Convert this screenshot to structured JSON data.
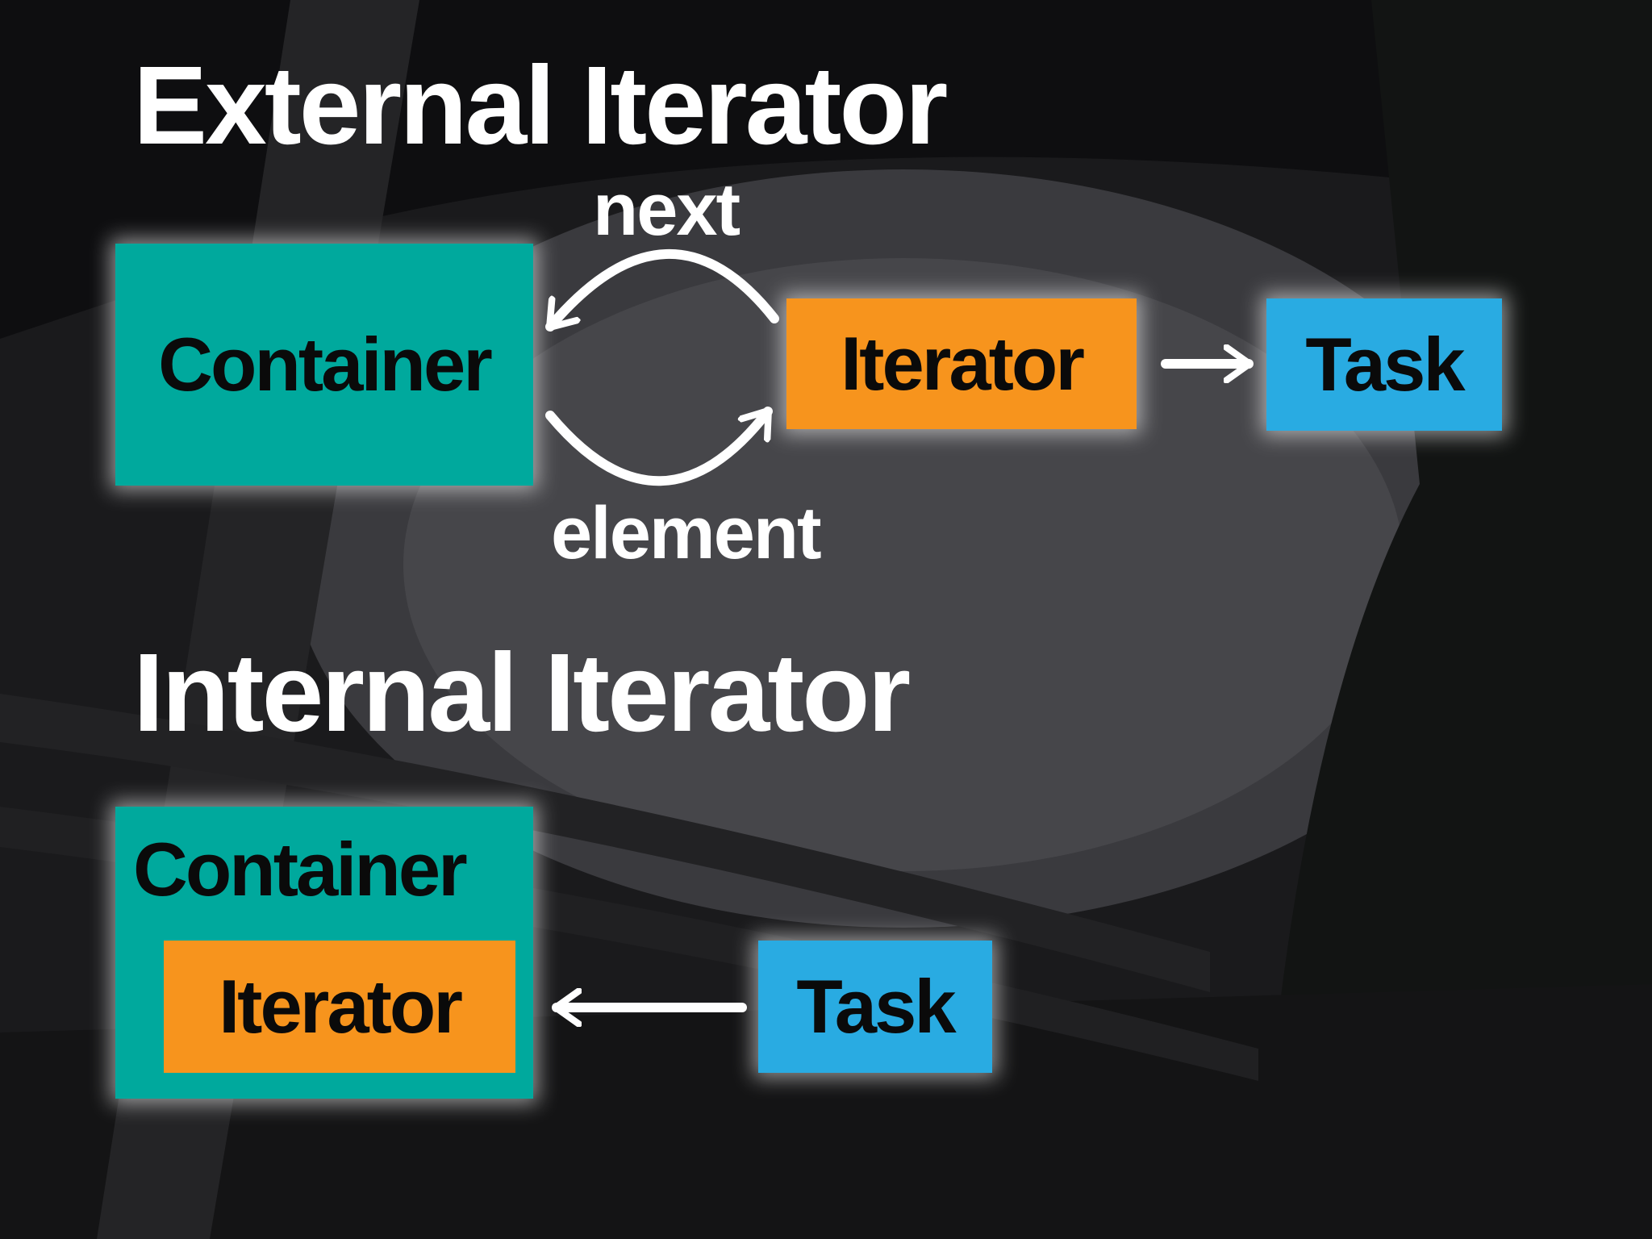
{
  "external": {
    "title": "External Iterator",
    "container_label": "Container",
    "iterator_label": "Iterator",
    "task_label": "Task",
    "next_label": "next",
    "element_label": "element"
  },
  "internal": {
    "title": "Internal Iterator",
    "container_label": "Container",
    "iterator_label": "Iterator",
    "task_label": "Task"
  },
  "colors": {
    "container": "#00a99d",
    "iterator": "#f7941d",
    "task": "#29abe2",
    "heading": "#ffffff",
    "background": "#1c1c1e"
  }
}
